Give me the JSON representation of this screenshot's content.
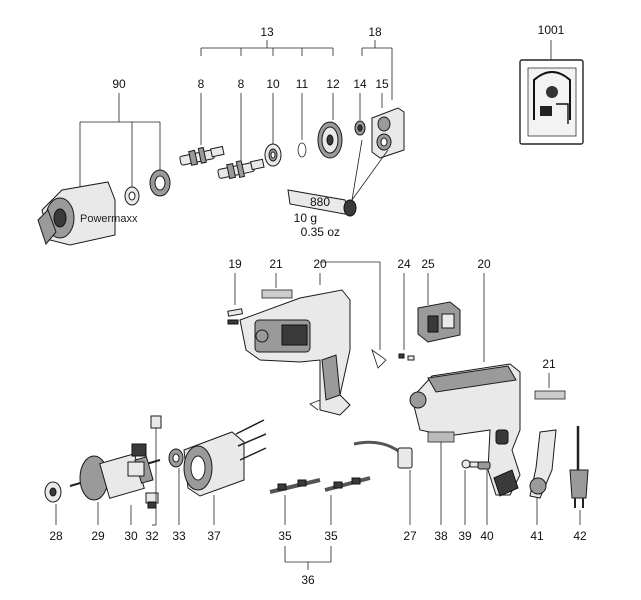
{
  "labels": {
    "l13": "13",
    "l18": "18",
    "l1001": "1001",
    "l90": "90",
    "l8a": "8",
    "l8b": "8",
    "l10": "10",
    "l11": "11",
    "l12": "12",
    "l14": "14",
    "l15": "15",
    "l19": "19",
    "l21a": "21",
    "l20a": "20",
    "l24": "24",
    "l25": "25",
    "l20b": "20",
    "l21b": "21",
    "l28": "28",
    "l29": "29",
    "l30": "30",
    "l32": "32",
    "l33": "33",
    "l37": "37",
    "l35a": "35",
    "l35b": "35",
    "l36": "36",
    "l27": "27",
    "l38": "38",
    "l39": "39",
    "l40": "40",
    "l41": "41",
    "l42": "42"
  },
  "grease": {
    "code": "880",
    "weight_g": "10 g",
    "weight_oz": "0.35 oz"
  },
  "brand_text": "Powermaxx",
  "colors": {
    "line": "#222222",
    "part_fill": "#e9e9e9",
    "dark_fill": "#3a3a3a"
  }
}
